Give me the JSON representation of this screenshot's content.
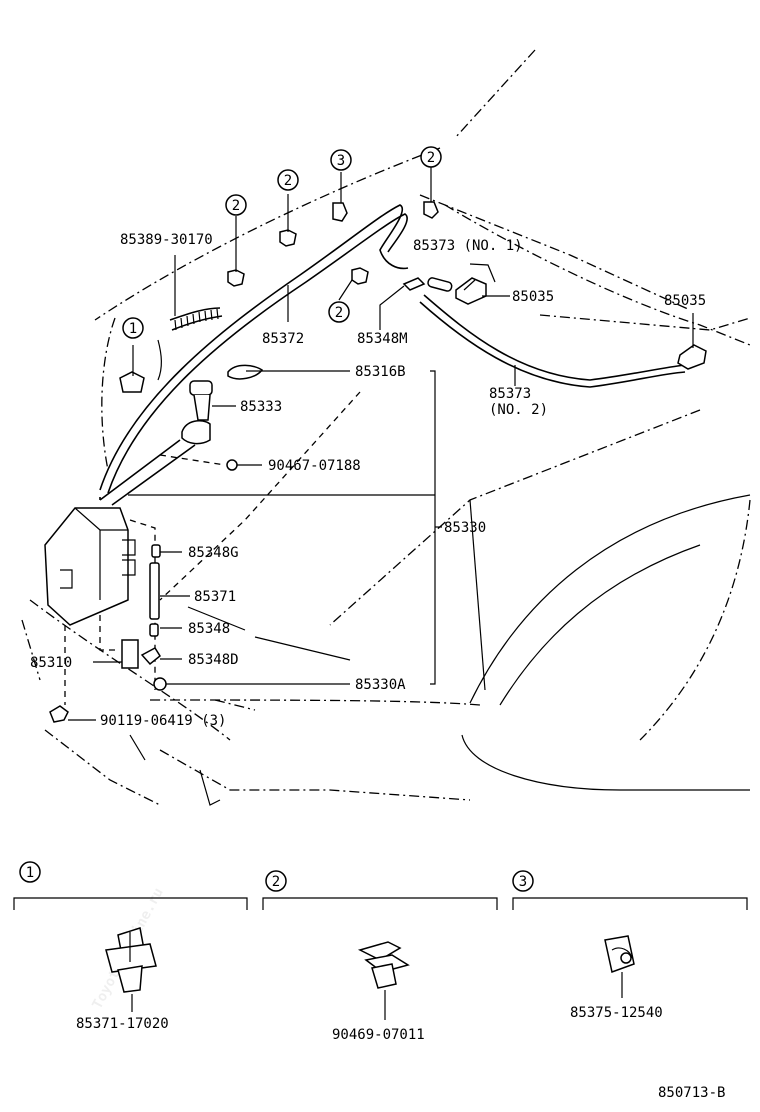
{
  "callouts": {
    "c1": "1",
    "c2": "2",
    "c3": "3"
  },
  "parts": {
    "p85389": "85389-30170",
    "p85372": "85372",
    "p85373_no1": "85373 (NO. 1)",
    "p85035_a": "85035",
    "p85035_b": "85035",
    "p85348M": "85348M",
    "p85373_no2_num": "85373",
    "p85373_no2_sub": "(NO. 2)",
    "p85316B": "85316B",
    "p85333": "85333",
    "p90467": "90467-07188",
    "p85330": "85330",
    "p85348G": "85348G",
    "p85371": "85371",
    "p85348": "85348",
    "p85310": "85310",
    "p85348D": "85348D",
    "p85330A": "85330A",
    "p90119": "90119-06419 (3)"
  },
  "details": {
    "d1_part": "85371-17020",
    "d2_part": "90469-07011",
    "d3_part": "85375-12540"
  },
  "watermark": "ToyotaCarMine.ru",
  "figure_code": "850713-B"
}
